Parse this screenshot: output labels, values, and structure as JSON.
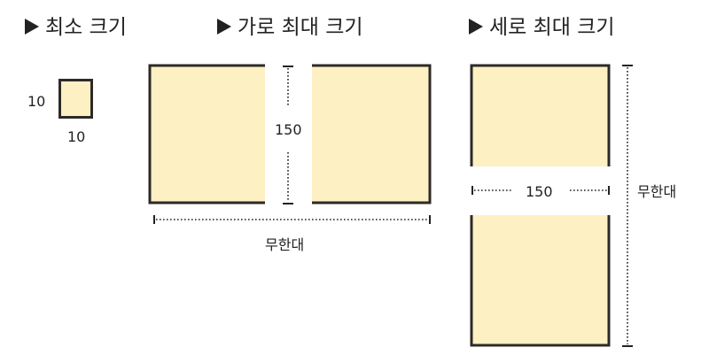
{
  "headings": {
    "min_size": "최소 크기",
    "max_width": "가로 최대 크기",
    "max_height": "세로 최대 크기"
  },
  "labels": {
    "min_height_value": "10",
    "min_width_value": "10",
    "max_width_gap_value": "150",
    "max_width_span_value": "무한대",
    "max_height_gap_value": "150",
    "max_height_span_value": "무한대"
  },
  "colors": {
    "box_fill": "#fdf0c3",
    "box_stroke": "#2d2a28",
    "text": "#222222"
  },
  "icons": {
    "heading_marker": "triangle-right-icon"
  }
}
